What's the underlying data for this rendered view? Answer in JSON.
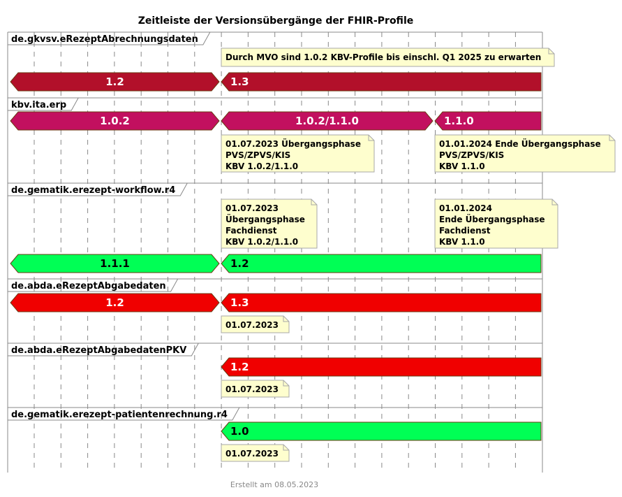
{
  "title": "Zeitleiste der Versionsübergänge der FHIR-Profile",
  "footer": "Erstellt am 08.05.2023",
  "lanes": [
    {
      "name": "de.gkvsv.eRezeptAbrechnungsdaten",
      "bars": [
        {
          "label": "1.2",
          "color": "#B2102A",
          "text_color": "#FFFFFF"
        },
        {
          "label": "1.3",
          "color": "#B2102A",
          "text_color": "#FFFFFF"
        }
      ],
      "notes": [
        {
          "lines": [
            "Durch MVO sind 1.0.2 KBV-Profile bis einschl. Q1 2025 zu erwarten"
          ]
        }
      ]
    },
    {
      "name": "kbv.ita.erp",
      "bars": [
        {
          "label": "1.0.2",
          "color": "#C2105F",
          "text_color": "#FFFFFF"
        },
        {
          "label": "1.0.2/1.1.0",
          "color": "#C2105F",
          "text_color": "#FFFFFF"
        },
        {
          "label": "1.1.0",
          "color": "#C2105F",
          "text_color": "#FFFFFF"
        }
      ],
      "notes": [
        {
          "lines": [
            "01.07.2023 Übergangsphase",
            "PVS/ZPVS/KIS",
            "KBV 1.0.2/1.1.0"
          ]
        },
        {
          "lines": [
            "01.01.2024 Ende Übergangsphase",
            "PVS/ZPVS/KIS",
            "KBV 1.1.0"
          ]
        }
      ]
    },
    {
      "name": "de.gematik.erezept-workflow.r4",
      "bars": [
        {
          "label": "1.1.1",
          "color": "#00FF55",
          "text_color": "#000000"
        },
        {
          "label": "1.2",
          "color": "#00FF55",
          "text_color": "#000000"
        }
      ],
      "notes": [
        {
          "lines": [
            "01.07.2023",
            "Übergangsphase",
            "Fachdienst",
            "KBV 1.0.2/1.1.0"
          ]
        },
        {
          "lines": [
            "01.01.2024",
            "Ende Übergangsphase",
            "Fachdienst",
            "KBV 1.1.0"
          ]
        }
      ]
    },
    {
      "name": "de.abda.eRezeptAbgabedaten",
      "bars": [
        {
          "label": "1.2",
          "color": "#F00000",
          "text_color": "#FFFFFF"
        },
        {
          "label": "1.3",
          "color": "#F00000",
          "text_color": "#FFFFFF"
        }
      ],
      "notes": [
        {
          "lines": [
            "01.07.2023"
          ]
        }
      ]
    },
    {
      "name": "de.abda.eRezeptAbgabedatenPKV",
      "bars": [
        {
          "label": "1.2",
          "color": "#F00000",
          "text_color": "#FFFFFF"
        }
      ],
      "notes": [
        {
          "lines": [
            "01.07.2023"
          ]
        }
      ]
    },
    {
      "name": "de.gematik.erezept-patientenrechnung.r4",
      "bars": [
        {
          "label": "1.0",
          "color": "#00FF55",
          "text_color": "#000000"
        }
      ],
      "notes": [
        {
          "lines": [
            "01.07.2023"
          ]
        }
      ]
    }
  ]
}
